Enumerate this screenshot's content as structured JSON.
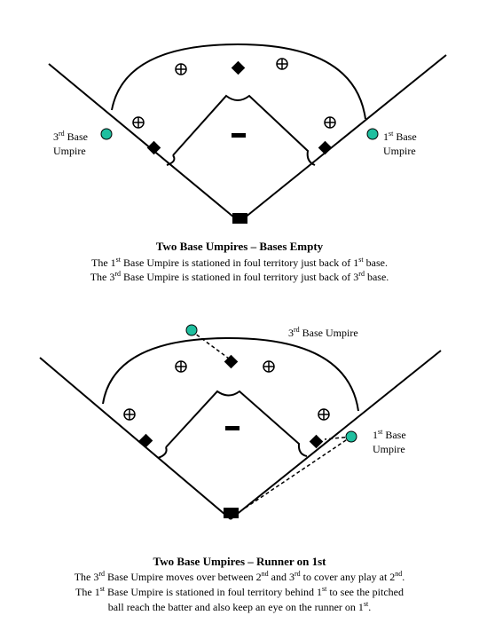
{
  "diagram1": {
    "third_base_label": {
      "line1_pre": "3",
      "line1_sup": "rd",
      "line1_post": " Base",
      "line2": "Umpire"
    },
    "first_base_label": {
      "line1_pre": "1",
      "line1_sup": "st",
      "line1_post": " Base",
      "line2": "Umpire"
    },
    "title": "Two Base Umpires – Bases Empty",
    "lines": [
      {
        "pre": "The 1",
        "sup": "st",
        "mid": " Base Umpire is stationed in foul territory just back of 1",
        "sup2": "st",
        "post": " base."
      },
      {
        "pre": "The 3",
        "sup": "rd",
        "mid": " Base Umpire is stationed in foul territory just back of 3",
        "sup2": "rd",
        "post": " base."
      }
    ]
  },
  "diagram2": {
    "third_base_label": {
      "pre": "3",
      "sup": "rd",
      "post": " Base Umpire"
    },
    "first_base_label": {
      "line1_pre": "1",
      "line1_sup": "st",
      "line1_post": " Base",
      "line2": "Umpire"
    },
    "title": "Two Base Umpires – Runner on 1st",
    "lines": [
      {
        "pre": "The 3",
        "sup": "rd",
        "mid": " Base Umpire moves over between 2",
        "sup2": "nd",
        "mid2": " and 3",
        "sup3": "rd",
        "mid3": " to cover any play at 2",
        "sup4": "nd",
        "post": "."
      },
      {
        "pre": "The 1",
        "sup": "st",
        "post": " Base Umpire is stationed in foul territory behind 1",
        "sup2": "st",
        "post2": " to see the pitched"
      },
      {
        "pre": "ball reach the batter and also keep an eye on the runner on 1",
        "sup": "st",
        "post": "."
      }
    ]
  },
  "colors": {
    "umpire": "#1fbf9f",
    "lines": "#000000"
  }
}
